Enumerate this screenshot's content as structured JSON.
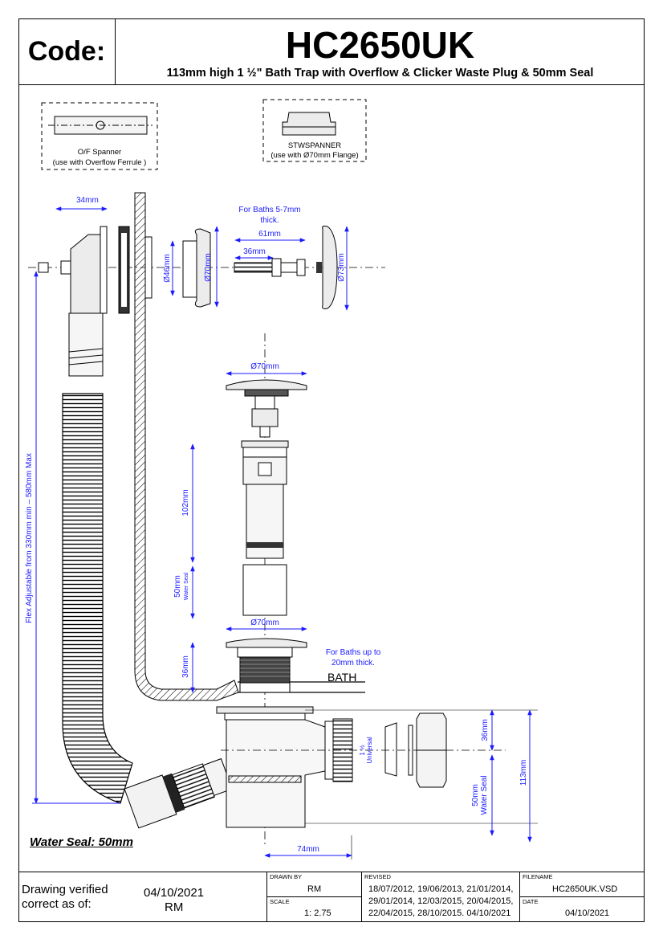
{
  "header": {
    "code_label": "Code:",
    "product_code": "HC2650UK",
    "description": "113mm high 1 ½\" Bath Trap with Overflow & Clicker Waste Plug & 50mm Seal"
  },
  "tools": {
    "spanner_label": "O/F Spanner",
    "spanner_note": "(use with Overflow Ferrule )",
    "stw_label": "STWSPANNER",
    "stw_note": "(use with Ø70mm Flange)"
  },
  "dimensions": {
    "d34": "34mm",
    "baths_57": "For Baths 5-7mm",
    "thick": "thick.",
    "d61": "61mm",
    "d36a": "36mm",
    "d46": "Ø46mm",
    "d70a": "Ø70mm",
    "d73": "Ø73mm",
    "d70b": "Ø70mm",
    "d102": "102mm",
    "d50": "50mm",
    "water_seal_small": "Water Seal",
    "d70c": "Ø70mm",
    "d36b": "36mm",
    "baths_20": "For Baths up to",
    "thick20": "20mm thick.",
    "bath": "BATH",
    "flex": "Flex Adjustable from 330mm min – 580mm Max",
    "universal_a": "1 ½",
    "universal_b": "Universal",
    "d36c": "36mm",
    "d113": "113mm",
    "d50ws_a": "50mm",
    "d50ws_b": "Water Seal",
    "d74": "74mm"
  },
  "water_seal_note": "Water Seal: 50mm",
  "footer": {
    "verified_label_1": "Drawing verified",
    "verified_label_2": "correct as of:",
    "verified_date": "04/10/2021",
    "verified_by": "RM",
    "drawn_by_label": "DRAWN BY",
    "drawn_by": "RM",
    "scale_label": "SCALE",
    "scale": "1: 2.75",
    "revised_label": "REVISED",
    "revised_1": "18/07/2012, 19/06/2013, 21/01/2014,",
    "revised_2": "29/01/2014, 12/03/2015, 20/04/2015,",
    "revised_3": "22/04/2015, 28/10/2015. 04/10/2021",
    "filename_label": "FILENAME",
    "filename": "HC2650UK.VSD",
    "date_label": "DATE",
    "date": "04/10/2021"
  },
  "colors": {
    "dimension": "#1a1aff",
    "line": "#000000"
  }
}
